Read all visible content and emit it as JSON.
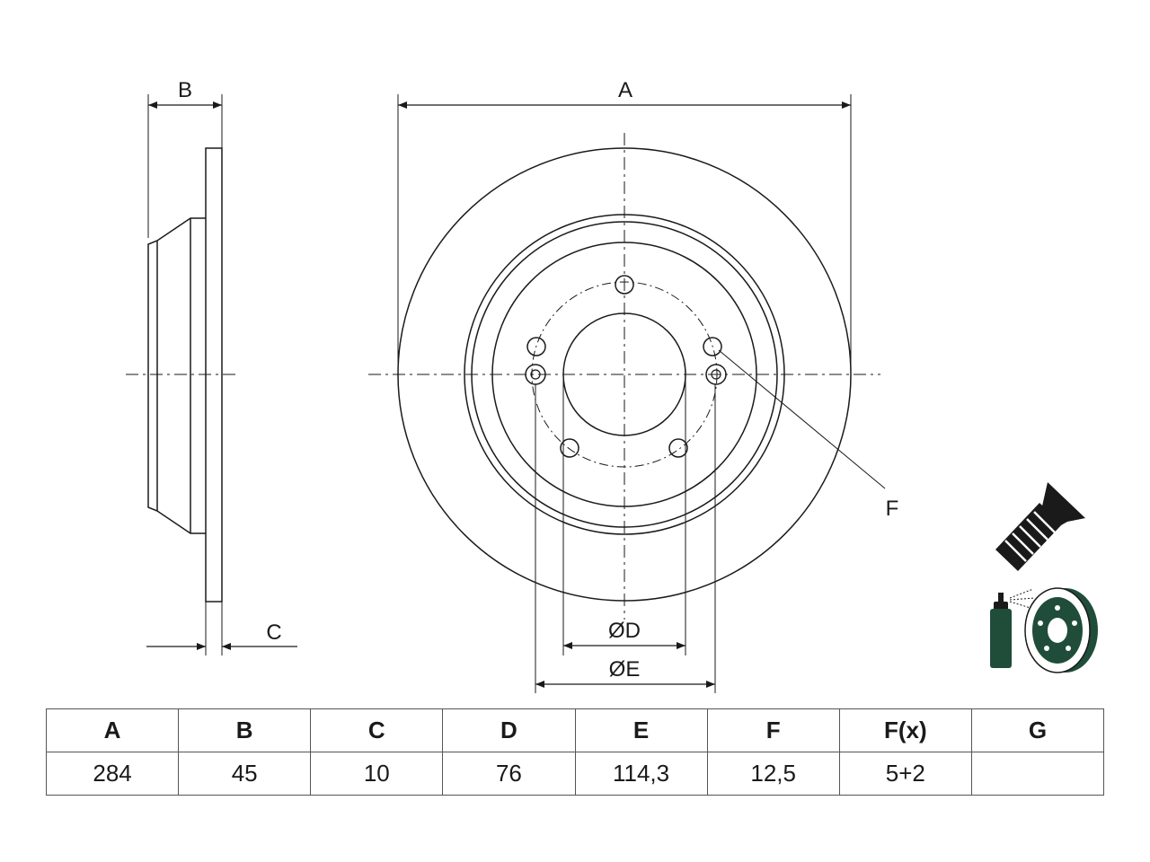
{
  "drawing": {
    "labels": {
      "dim_a": "A",
      "dim_b": "B",
      "dim_c": "C",
      "dim_d": "ØD",
      "dim_e": "ØE",
      "callout_f": "F"
    },
    "icons": [
      "countersunk-screw-icon",
      "spray-coated-disc-icon"
    ],
    "colors": {
      "line": "#1a1a1a",
      "icon_green": "#1f4d3a"
    }
  },
  "table": {
    "headers": [
      "A",
      "B",
      "C",
      "D",
      "E",
      "F",
      "F(x)",
      "G"
    ],
    "values": [
      "284",
      "45",
      "10",
      "76",
      "114,3",
      "12,5",
      "5+2",
      ""
    ]
  }
}
